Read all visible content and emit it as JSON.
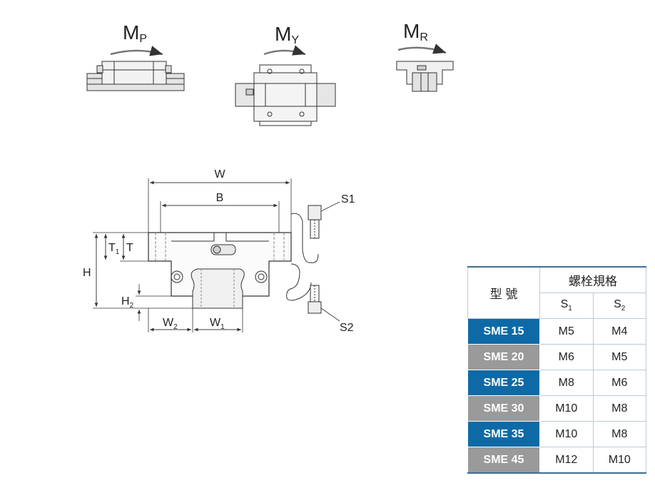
{
  "moments": [
    {
      "letter": "M",
      "sub": "P"
    },
    {
      "letter": "M",
      "sub": "Y"
    },
    {
      "letter": "M",
      "sub": "R"
    }
  ],
  "dimensions": {
    "W": "W",
    "B": "B",
    "H": "H",
    "T": "T",
    "T1": "T",
    "T1_sub": "1",
    "H2": "H",
    "H2_sub": "2",
    "W1": "W",
    "W1_sub": "1",
    "W2": "W",
    "W2_sub": "2",
    "S1": "S1",
    "S2": "S2"
  },
  "table": {
    "model_header": "型 號",
    "bolt_header": "螺栓規格",
    "s1_header": "S",
    "s1_sub": "1",
    "s2_header": "S",
    "s2_sub": "2",
    "rows": [
      {
        "model": "SME 15",
        "s1": "M5",
        "s2": "M4",
        "color": "blue"
      },
      {
        "model": "SME 20",
        "s1": "M6",
        "s2": "M5",
        "color": "gray"
      },
      {
        "model": "SME 25",
        "s1": "M8",
        "s2": "M6",
        "color": "blue"
      },
      {
        "model": "SME 30",
        "s1": "M10",
        "s2": "M8",
        "color": "gray"
      },
      {
        "model": "SME 35",
        "s1": "M10",
        "s2": "M8",
        "color": "blue"
      },
      {
        "model": "SME 45",
        "s1": "M12",
        "s2": "M10",
        "color": "gray"
      }
    ]
  },
  "colors": {
    "blue": "#0d6aa6",
    "gray": "#9a9a9a",
    "border": "#3d6e95"
  }
}
